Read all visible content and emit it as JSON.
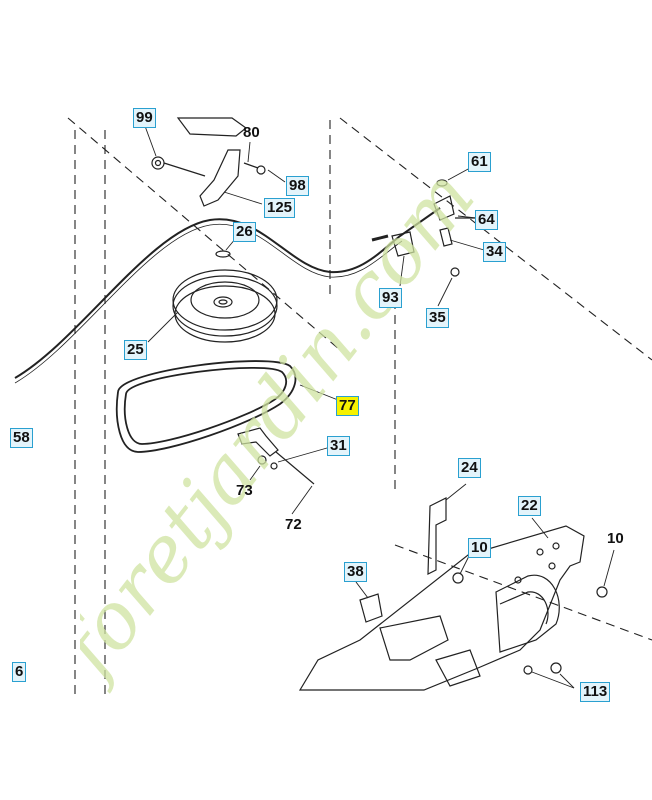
{
  "callouts": [
    {
      "id": "99",
      "text": "99",
      "boxed": true
    },
    {
      "id": "80",
      "text": "80",
      "boxed": false
    },
    {
      "id": "98",
      "text": "98",
      "boxed": true
    },
    {
      "id": "125",
      "text": "125",
      "boxed": true
    },
    {
      "id": "26",
      "text": "26",
      "boxed": true
    },
    {
      "id": "61",
      "text": "61",
      "boxed": true
    },
    {
      "id": "64",
      "text": "64",
      "boxed": true
    },
    {
      "id": "34",
      "text": "34",
      "boxed": true
    },
    {
      "id": "93",
      "text": "93",
      "boxed": true
    },
    {
      "id": "35",
      "text": "35",
      "boxed": true
    },
    {
      "id": "25",
      "text": "25",
      "boxed": true
    },
    {
      "id": "77",
      "text": "77",
      "boxed": true,
      "highlight": true
    },
    {
      "id": "58",
      "text": "58",
      "boxed": true
    },
    {
      "id": "31",
      "text": "31",
      "boxed": true
    },
    {
      "id": "73",
      "text": "73",
      "boxed": false
    },
    {
      "id": "72",
      "text": "72",
      "boxed": false
    },
    {
      "id": "24",
      "text": "24",
      "boxed": true
    },
    {
      "id": "22",
      "text": "22",
      "boxed": true
    },
    {
      "id": "10a",
      "text": "10",
      "boxed": true
    },
    {
      "id": "10b",
      "text": "10",
      "boxed": false
    },
    {
      "id": "38",
      "text": "38",
      "boxed": true
    },
    {
      "id": "113",
      "text": "113",
      "boxed": true
    },
    {
      "id": "6",
      "text": "6",
      "boxed": true
    }
  ],
  "watermark": {
    "text": "foretjardin.com",
    "color": "#cfe3a0",
    "accent": "#f2b46b"
  },
  "colors": {
    "callout_border": "#2aa0d0",
    "callout_fill": "#e3f4fb",
    "highlight": "#f6f200"
  }
}
